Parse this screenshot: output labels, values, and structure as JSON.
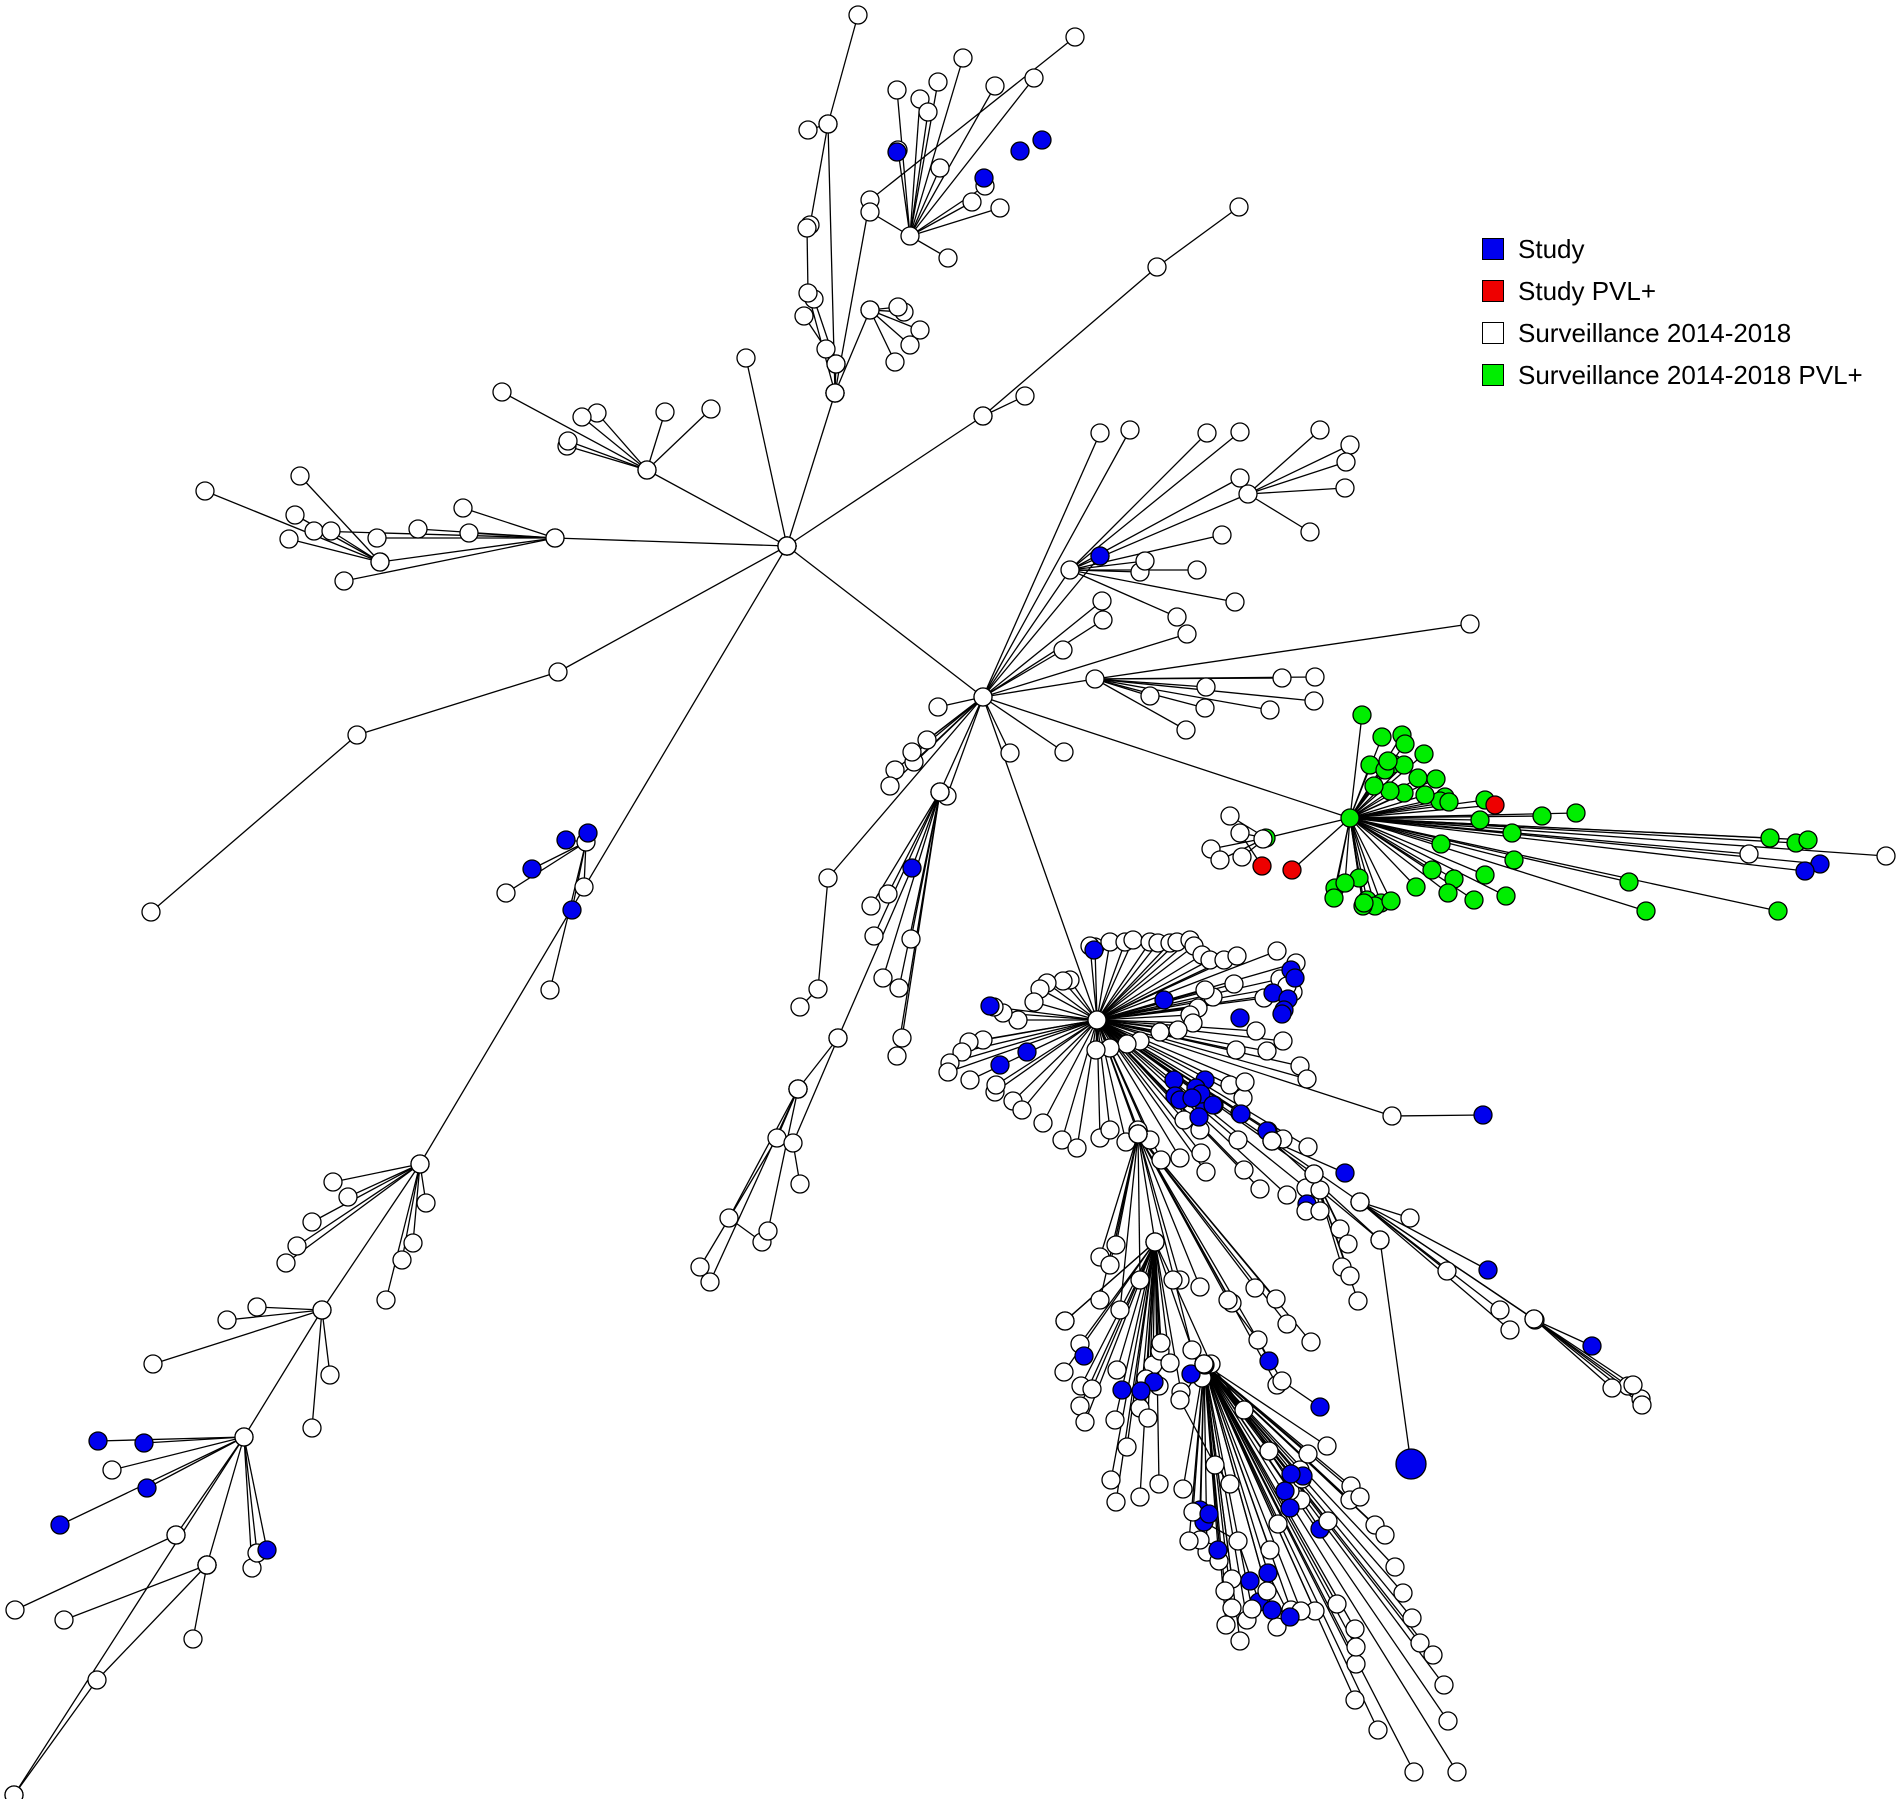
{
  "colors": {
    "study": "#0000EE",
    "study_pvl": "#EE0000",
    "surveillance": "#FFFFFF",
    "surveillance_pvl": "#00EE00"
  },
  "legend": {
    "items": [
      {
        "label": "Study",
        "color": "#0000EE"
      },
      {
        "label": "Study PVL+",
        "color": "#EE0000"
      },
      {
        "label": "Surveillance 2014-2018",
        "color": "#FFFFFF"
      },
      {
        "label": "Surveillance 2014-2018 PVL+",
        "color": "#00EE00"
      }
    ]
  }
}
